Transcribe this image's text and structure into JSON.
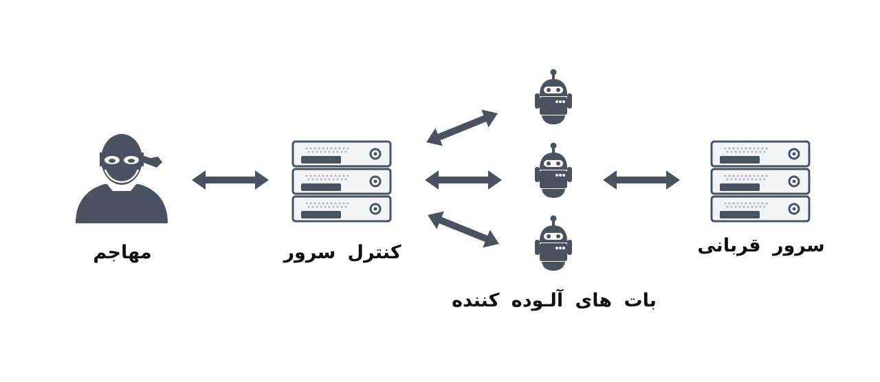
{
  "colors": {
    "icon": "#4a5260",
    "server_body": "#f3f4f6",
    "server_outline": "#4a5260",
    "server_dots": "#b8bcc4",
    "text": "#111111",
    "background": "#ffffff"
  },
  "nodes": {
    "attacker": {
      "label": "مهاجم",
      "icon": "masked-hacker-icon"
    },
    "control_server": {
      "label": "کنترل سرور",
      "icon": "server-stack-icon"
    },
    "bots": {
      "label": "بات های آلـوده کننده",
      "icon": "robot-icon",
      "count": 3
    },
    "victim_server": {
      "label": "سرور قربانی",
      "icon": "server-stack-icon"
    }
  },
  "connections": [
    {
      "from": "attacker",
      "to": "control_server",
      "type": "bidirectional"
    },
    {
      "from": "control_server",
      "to": "bot-1",
      "type": "bidirectional"
    },
    {
      "from": "control_server",
      "to": "bot-2",
      "type": "bidirectional"
    },
    {
      "from": "control_server",
      "to": "bot-3",
      "type": "bidirectional"
    },
    {
      "from": "bots",
      "to": "victim_server",
      "type": "bidirectional"
    }
  ]
}
